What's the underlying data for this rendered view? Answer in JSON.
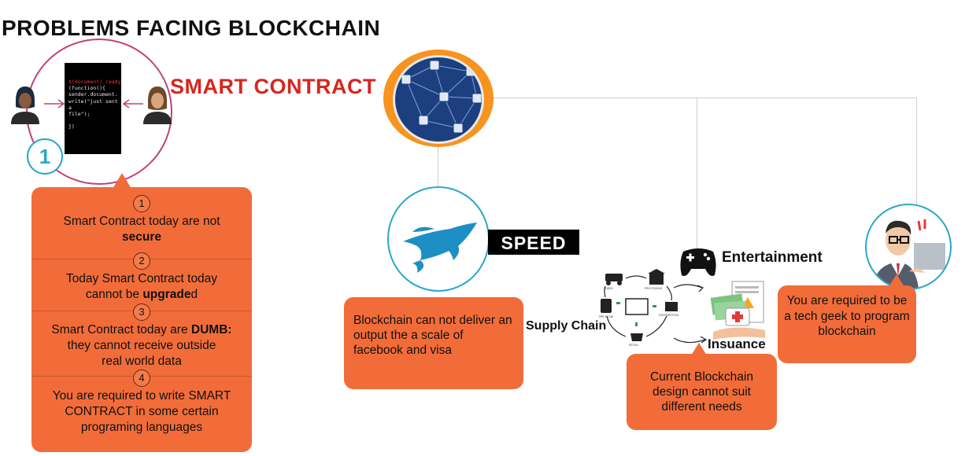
{
  "title": "PROBLEMS FACING BLOCKCHAIN",
  "smart_contract_label": "SMART CONTRACT",
  "code_circle": {
    "number": "1",
    "code_lines": [
      "$(document).ready",
      "(function(){",
      "sender.document.",
      "write(\"just sent a",
      "file\");",
      "",
      "})"
    ]
  },
  "problems": [
    {
      "num": "1",
      "pre": "Smart Contract today are not",
      "bold": "secure",
      "post": ""
    },
    {
      "num": "2",
      "pre": "Today Smart Contract today cannot be",
      "bold": "upgrade",
      "post": "d"
    },
    {
      "num": "3",
      "pre": "Smart Contract today are",
      "bold": "DUMB:",
      "post": "they cannot receive outside real world data"
    },
    {
      "num": "4",
      "pre": "You are required to write SMART CONTRACT in some certain programing languages",
      "bold": "",
      "post": ""
    }
  ],
  "speed": {
    "label": "SPEED",
    "text": "Blockchain can not deliver an output the a scale of facebook and visa"
  },
  "uses": {
    "supply_chain": "Supply Chain",
    "entertainment": "Entertainment",
    "insurance": "Insuance",
    "text": "Current Blockchain design cannot suit different needs",
    "supply_nodes": [
      "FARM",
      "PROCESSING",
      "DISTRIBUTION",
      "RETAIL",
      "PRE-FLOW"
    ]
  },
  "geek": {
    "text": "You are required to be a tech geek to program blockchain"
  },
  "colors": {
    "orange_box": "#f26c3a",
    "accent_red": "#d7261d",
    "accent_blue": "#2aa7c9",
    "hub_ring": "#f7931e",
    "hub_fill": "#1d3f80"
  },
  "icons": {
    "rocket": "rocket-icon",
    "gamepad": "gamepad-icon",
    "insurance": "insurance-icon",
    "geek": "tech-geek-icon",
    "user": "user-icon"
  }
}
